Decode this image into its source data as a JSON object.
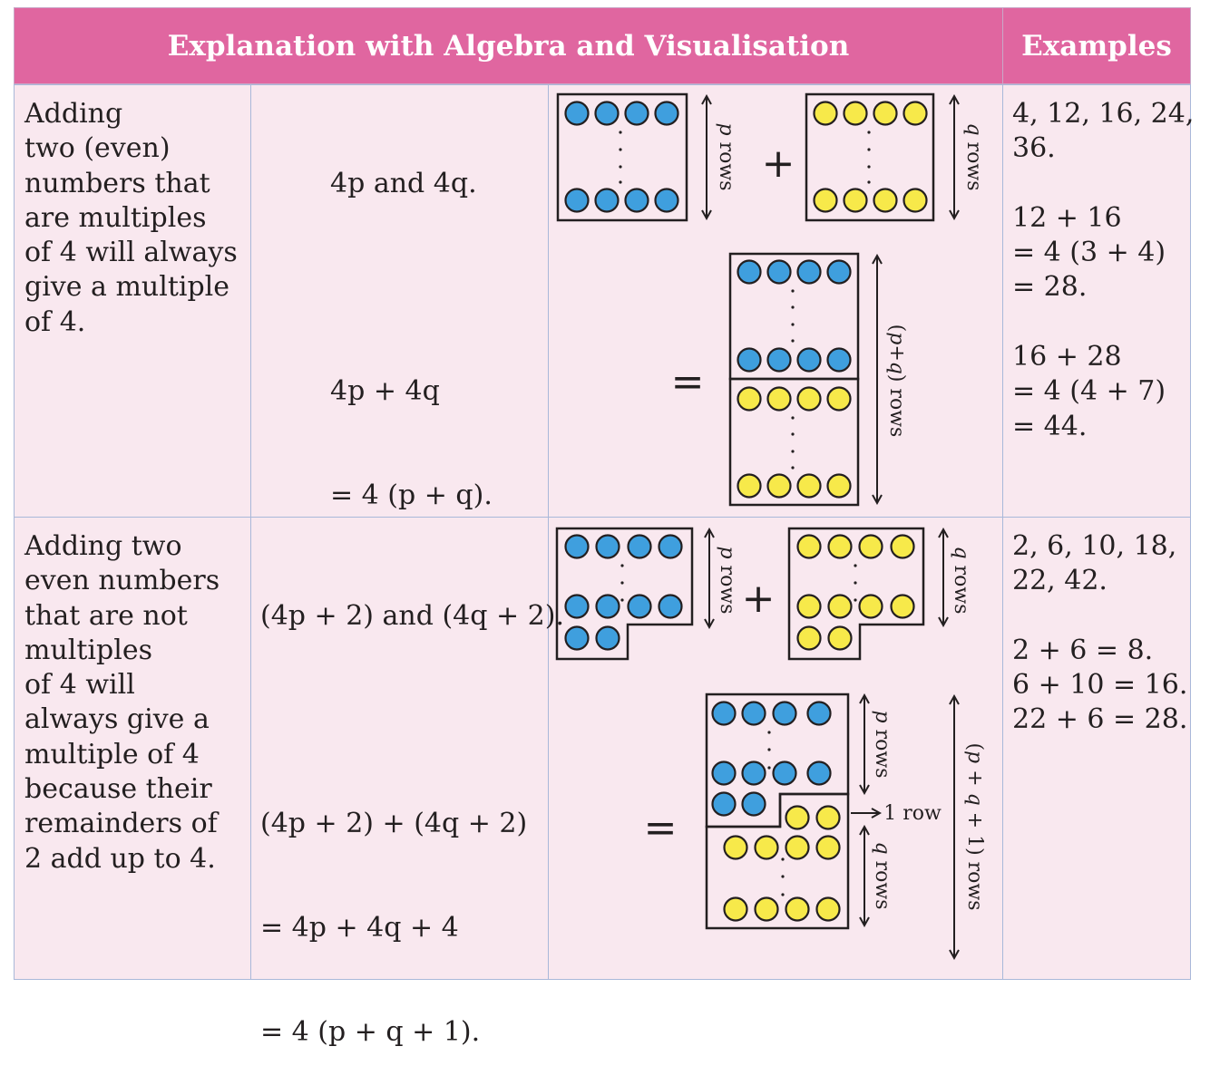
{
  "header": {
    "explanation": "Explanation with Algebra and Visualisation",
    "examples": "Examples"
  },
  "colors": {
    "header": "#e066a0",
    "cell": "#f9e8ef",
    "border": "#a9b8d9",
    "blue_counter": "#3f9fde",
    "yellow_counter": "#f7e94a"
  },
  "rows": [
    {
      "statement": [
        "Adding",
        "two (even)",
        "numbers that",
        "are multiples",
        "of 4 will always",
        "give a multiple",
        "of 4."
      ],
      "algebra": [
        "4p and 4q.",
        "",
        "4p + 4q",
        "= 4 (p + q)."
      ],
      "diagram": {
        "left_label": "p rows",
        "right_label": "q rows",
        "plus": "+",
        "equals": "=",
        "total_label": "(p+q) rows"
      },
      "examples": [
        "4, 12, 16, 24,",
        "36.",
        "",
        "12 + 16",
        "= 4 (3 + 4)",
        "= 28.",
        "",
        "16 + 28",
        "= 4 (4 + 7)",
        "= 44."
      ]
    },
    {
      "statement": [
        "Adding two",
        "even numbers",
        "that are not",
        "multiples",
        "of 4 will",
        "always give a",
        "multiple of 4",
        "because their",
        "remainders of",
        "2 add up to 4."
      ],
      "algebra": [
        "(4p + 2) and (4q + 2).",
        "",
        "(4p + 2) + (4q + 2)",
        "= 4p + 4q + 4",
        "= 4 (p + q + 1)."
      ],
      "diagram": {
        "left_label": "p rows",
        "right_label": "q rows",
        "plus": "+",
        "equals": "=",
        "p_label": "p rows",
        "one_row_label": "1 row",
        "q_label": "q rows",
        "total_label": "(p + q + 1) rows"
      },
      "examples": [
        "2, 6, 10, 18,",
        "22, 42.",
        "",
        "2 + 6 = 8.",
        "6 + 10 = 16.",
        "22 + 6 = 28."
      ]
    }
  ]
}
